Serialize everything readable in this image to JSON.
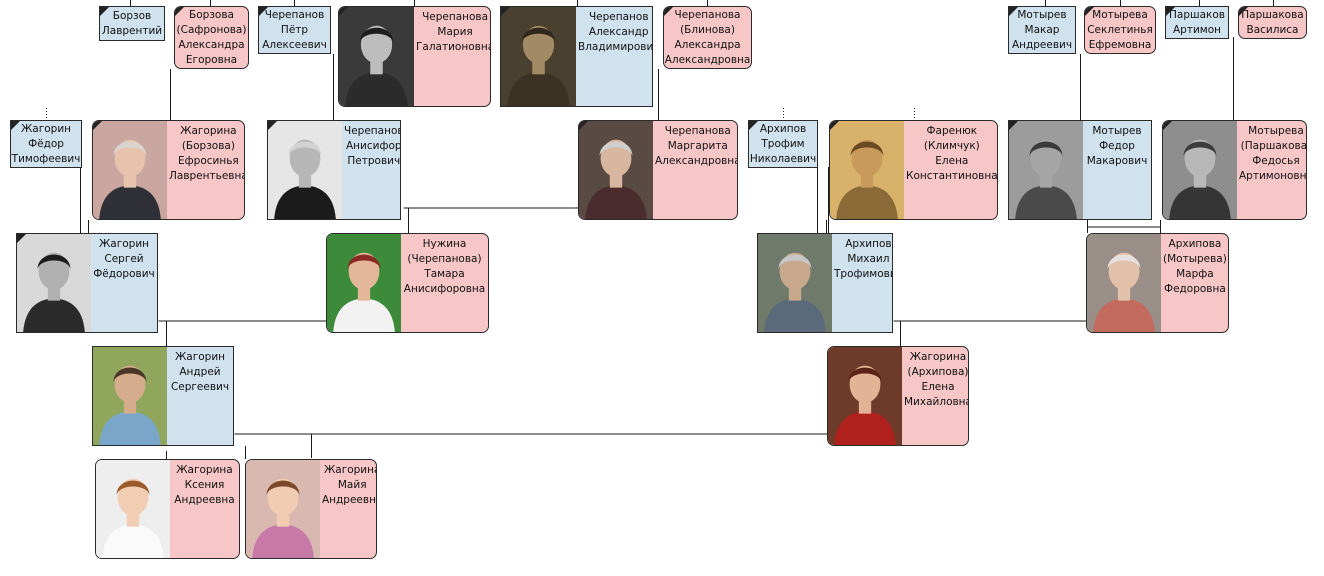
{
  "people": {
    "borzov_lavrentiy": {
      "name": "Борзов\nЛаврентий",
      "gender": "male",
      "deceased": true,
      "photo": "none"
    },
    "borzova_aleksandra": {
      "name": "Борзова\n(Сафронова)\nАлександра\nЕгоровна",
      "gender": "female",
      "deceased": true,
      "photo": "none"
    },
    "cherepanov_petr": {
      "name": "Черепанов\nПётр\nАлексеевич",
      "gender": "male",
      "deceased": true,
      "photo": "none"
    },
    "cherepanova_maria": {
      "name": "Черепанова\nМария\nГалатионовна",
      "gender": "female",
      "deceased": true,
      "photo": "bw-woman"
    },
    "cherepanov_aleksandr": {
      "name": "Черепанов\nАлександр\nВладимирович",
      "gender": "male",
      "deceased": true,
      "photo": "sepia-man"
    },
    "cherepanova_aleksandra": {
      "name": "Черепанова\n(Блинова)\nАлександра\nАлександровна",
      "gender": "female",
      "deceased": true,
      "photo": "none"
    },
    "motyrev_makar": {
      "name": "Мотырев\nМакар\nАндреевич",
      "gender": "male",
      "deceased": true,
      "photo": "none"
    },
    "motyreva_seklitinya": {
      "name": "Мотырева\nСеклетинья\nЕфремовна",
      "gender": "female",
      "deceased": true,
      "photo": "none"
    },
    "parshakov_artimon": {
      "name": "Паршаков\nАртимон",
      "gender": "male",
      "deceased": true,
      "photo": "none"
    },
    "parshakova_vasilisa": {
      "name": "Паршакова\nВасилиса",
      "gender": "female",
      "deceased": true,
      "photo": "none"
    },
    "zhagorin_fedor": {
      "name": "Жагорин\nФёдор\nТимофеевич",
      "gender": "male",
      "deceased": true,
      "photo": "none"
    },
    "zhagorina_efrosinya": {
      "name": "Жагорина\n(Борзова)\nЕфросинья\nЛаврентьевна",
      "gender": "female",
      "deceased": true,
      "photo": "color-old-woman"
    },
    "cherepanov_anisifor": {
      "name": "Черепанов\nАнисифор\nПетрович",
      "gender": "male",
      "deceased": true,
      "photo": "bw-old-man"
    },
    "cherepanova_margarita": {
      "name": "Черепанова\nМаргарита\nАлександровна",
      "gender": "female",
      "deceased": true,
      "photo": "color-old-woman-dark"
    },
    "arkhipov_trofim": {
      "name": "Архипов\nТрофим\nНиколаевич",
      "gender": "male",
      "deceased": true,
      "photo": "none"
    },
    "farenyuk_elena": {
      "name": "Фаренюк\n(Климчук)\nЕлена\nКонстантиновна",
      "gender": "female",
      "deceased": true,
      "photo": "sepia-woman"
    },
    "motyrev_fedor": {
      "name": "Мотырев\nФедор\nМакарович",
      "gender": "male",
      "deceased": true,
      "photo": "bw-man"
    },
    "motyreva_fedosya": {
      "name": "Мотырева\n(Паршакова)\nФедосья\nАртимоновна",
      "gender": "female",
      "deceased": true,
      "photo": "bw-scarf-woman"
    },
    "zhagorin_sergey": {
      "name": "Жагорин\nСергей\nФёдорович",
      "gender": "male",
      "deceased": true,
      "photo": "bw-young-man"
    },
    "nuzhina_tamara": {
      "name": "Нужина\n(Черепанова)\nТамара\nАнисифоровна",
      "gender": "female",
      "deceased": false,
      "photo": "color-woman-green"
    },
    "arkhipov_mikhail": {
      "name": "Архипов\nМихаил\nТрофимович",
      "gender": "male",
      "deceased": false,
      "photo": "color-gray-man"
    },
    "arkhipova_marfa": {
      "name": "Архипова\n(Мотырева)\nМарфа\nФедоровна",
      "gender": "female",
      "deceased": false,
      "photo": "color-old-woman-light"
    },
    "zhagorin_andrey": {
      "name": "Жагорин\nАндрей\nСергеевич",
      "gender": "male",
      "deceased": false,
      "photo": "color-man-outdoor"
    },
    "zhagorina_elena": {
      "name": "Жагорина\n(Архипова)\nЕлена\nМихайловна",
      "gender": "female",
      "deceased": false,
      "photo": "color-woman-red"
    },
    "zhagorina_ksenia": {
      "name": "Жагорина\nКсения\nАндреевна",
      "gender": "female",
      "deceased": false,
      "photo": "color-girl-white"
    },
    "zhagorina_maya": {
      "name": "Жагорина\nМайя\nАндреевна",
      "gender": "female",
      "deceased": false,
      "photo": "color-girl-child"
    }
  },
  "colors": {
    "male_card": "#cfe2ee",
    "female_card": "#f7c6c6",
    "border": "#2a2a2a",
    "line": "#1a1a1a",
    "deceased_marker": "#222222"
  }
}
